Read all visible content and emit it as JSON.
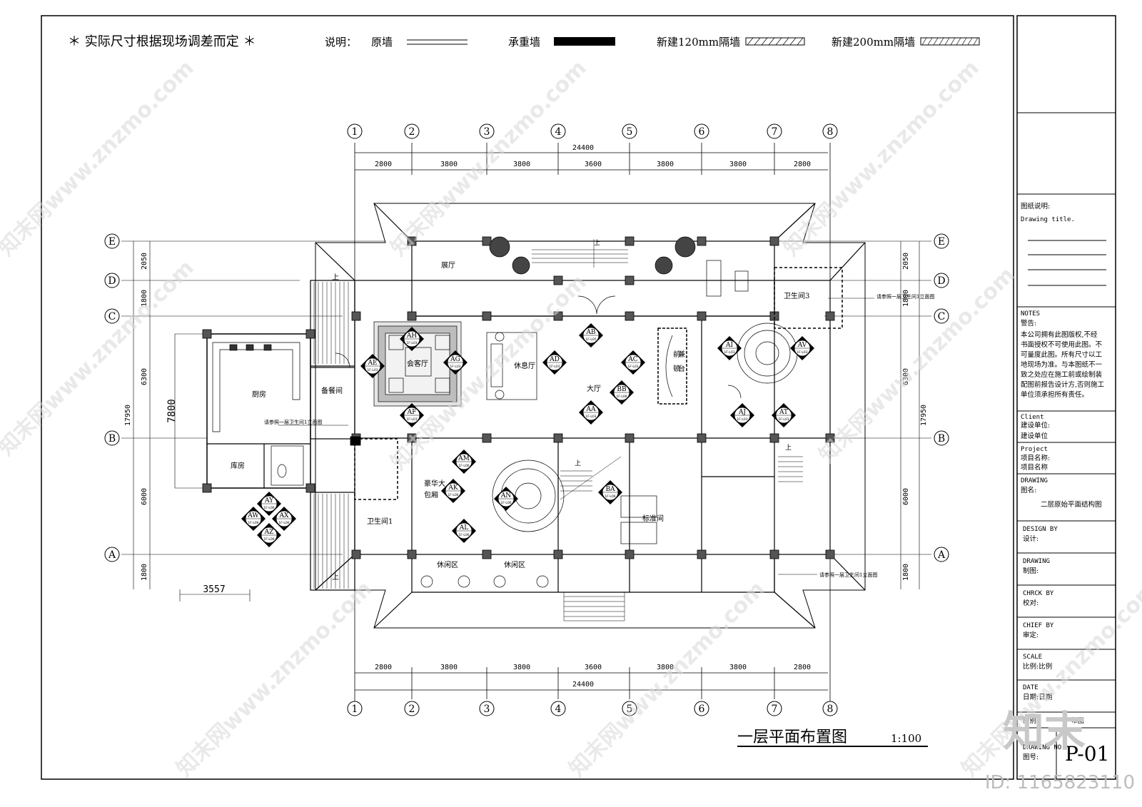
{
  "header": {
    "note": "＊ 实际尺寸根据现场调差而定 ＊",
    "legend_title": "说明：",
    "legend_items": [
      "原墙",
      "承重墙",
      "新建120mm隔墙",
      "新建200mm隔墙"
    ]
  },
  "grid": {
    "columns": [
      "1",
      "2",
      "3",
      "4",
      "5",
      "6",
      "7",
      "8"
    ],
    "rows": [
      "E",
      "D",
      "C",
      "B",
      "A"
    ],
    "top_total": "24400",
    "bottom_total": "24400",
    "spans": [
      "2800",
      "3800",
      "3800",
      "3600",
      "3800",
      "3800",
      "2800"
    ],
    "left_total": "17950",
    "right_total": "17950",
    "row_spans": [
      "2050",
      "1800",
      "6300",
      "6000",
      "1800"
    ],
    "kitchen_height": "7800",
    "annex_width": "3557"
  },
  "rooms": {
    "exhibition": "展厅",
    "meeting": "会客厅",
    "lounge": "休息厅",
    "lobby": "大厅",
    "reception_1": "前",
    "reception_2": "兼",
    "reception_3": "台",
    "reception_4": "顿",
    "kitchen": "厨房",
    "pantry": "备餐间",
    "storage": "库房",
    "toilet1": "卫生间1",
    "toilet3": "卫生间3",
    "vip_room_1": "豪华大",
    "vip_room_2": "包厢",
    "leisure_1": "休闲区",
    "leisure_2": "休闲区",
    "standard_room": "标准间",
    "up": "上"
  },
  "notes": {
    "refer_left": "请参照一层卫生间1立面图",
    "refer_right_top": "请参照一层卫生间1立面图",
    "refer_right_bottom": "请参照一层卫生间1立面图"
  },
  "elevation_markers": [
    {
      "code": "AB",
      "sub": "1F-L05"
    },
    {
      "code": "AD",
      "sub": "1F-L03"
    },
    {
      "code": "AC",
      "sub": "1F-L03"
    },
    {
      "code": "BB",
      "sub": "1F-L06"
    },
    {
      "code": "AA",
      "sub": "1F-L03"
    },
    {
      "code": "AE",
      "sub": "1F-L03"
    },
    {
      "code": "AG",
      "sub": "1F-L03"
    },
    {
      "code": "AH",
      "sub": "1F-L03"
    },
    {
      "code": "AF",
      "sub": "1F-L03"
    },
    {
      "code": "AI",
      "sub": "1F-L03"
    },
    {
      "code": "AV",
      "sub": "1F-L03"
    },
    {
      "code": "AJ",
      "sub": "1F-L03"
    },
    {
      "code": "AT",
      "sub": "1F-L03"
    },
    {
      "code": "AM",
      "sub": "1F-L06"
    },
    {
      "code": "AK",
      "sub": "1F-L06"
    },
    {
      "code": "AN",
      "sub": "1F-L06"
    },
    {
      "code": "AL",
      "sub": "1F-L06"
    },
    {
      "code": "BA",
      "sub": "1F-L06"
    },
    {
      "code": "AY",
      "sub": "1F-L06"
    },
    {
      "code": "AW",
      "sub": "1F-L06"
    },
    {
      "code": "AX",
      "sub": "1F-L06"
    },
    {
      "code": "AZ",
      "sub": "1F-L06"
    }
  ],
  "drawing_title": "一层平面布置图",
  "drawing_scale": "1:100",
  "title_block": {
    "drawing_title_label": "图纸说明:",
    "drawing_title_en": "Drawing title.",
    "notes_en": "NOTES",
    "notes_cn": "警告:",
    "warning_lines": [
      "本公司拥有此图版权,不经",
      "书面授权不可使用此图。不",
      "可量度此图。所有尺寸以工",
      "地现场为准。与本图纸不一",
      "致之处应在施工前或绘制装",
      "配图前报告设计方,否则施工",
      "单位须承担所有责任。"
    ],
    "client_en": "Client",
    "client_cn": "建设单位:",
    "client_value": "建设单位",
    "project_en": "Project",
    "project_cn": "项目名称:",
    "project_value": "项目名称",
    "drawing_en": "DRAWING",
    "drawing_cn": "图名:",
    "drawing_value": "二层原始平面结构图",
    "design_en": "DESIGN BY",
    "design_cn": "设计:",
    "draw_en": "DRAWING",
    "draw_cn": "制图:",
    "check_en": "CHRCK BY",
    "check_cn": "校对:",
    "chief_en": "CHIEF BY",
    "chief_cn": "审定:",
    "scale_en": "SCALE",
    "scale_cn": "比例:比例",
    "date_en": "DATE",
    "date_cn": "日期:日期",
    "sheet_label": "图别",
    "sheet_value": "布图",
    "no_en": "DRAWING NO.",
    "no_cn": "图号:",
    "no_value": "P-01"
  },
  "watermark": {
    "text": "知末网www.znzmo.com",
    "logo": "知末",
    "id": "ID: 1165823110"
  }
}
